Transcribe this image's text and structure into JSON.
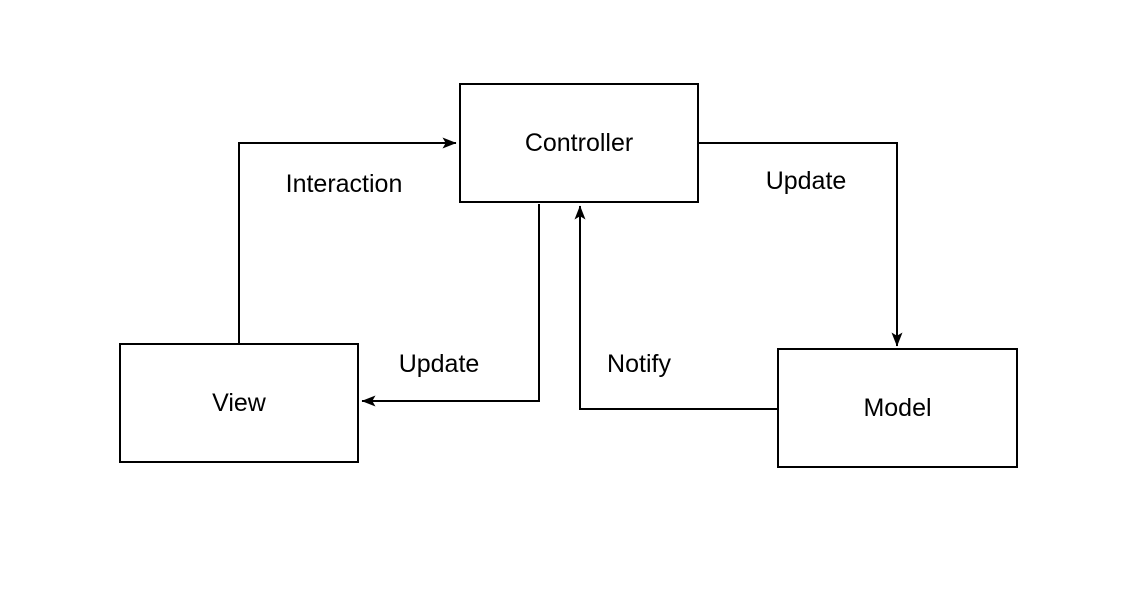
{
  "diagram_type": "architecture-flowchart",
  "canvas": {
    "background": "#ffffff",
    "stroke_color": "#000000",
    "text_color": "#000000"
  },
  "nodes": {
    "controller": {
      "label": "Controller"
    },
    "view": {
      "label": "View"
    },
    "model": {
      "label": "Model"
    }
  },
  "edges": {
    "view_to_controller": {
      "label": "Interaction",
      "from": "View",
      "to": "Controller",
      "direction": "up-then-right"
    },
    "controller_to_model": {
      "label": "Update",
      "from": "Controller",
      "to": "Model",
      "direction": "right-then-down"
    },
    "controller_to_view": {
      "label": "Update",
      "from": "Controller",
      "to": "View",
      "direction": "down-then-left"
    },
    "model_to_controller": {
      "label": "Notify",
      "from": "Model",
      "to": "Controller",
      "direction": "left-then-up"
    }
  }
}
